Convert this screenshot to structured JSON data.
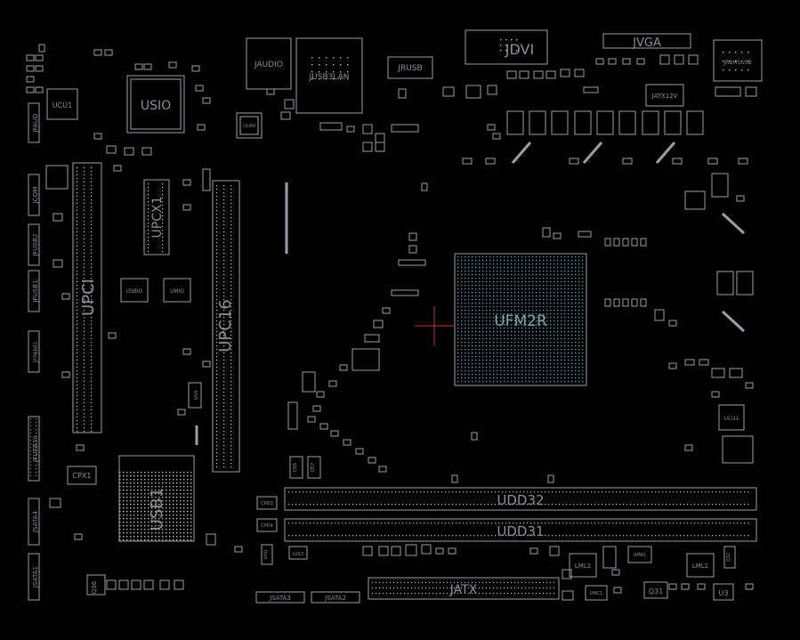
{
  "colors": {
    "background": "#000000",
    "outline": "#9aa0a6",
    "pin": "#b8bcc2",
    "bga": "#4fa3b8",
    "marker": "#c0334a",
    "label": "#8a8f96",
    "label_teal": "#7fa6b0"
  },
  "labels": {
    "usio": "USIO",
    "ucu1": "UCU1",
    "jfaud": "JFAUD",
    "jaudio": "JAUDIO",
    "jusb3lan": "JUSB3LAN",
    "jrusb": "JRUSB",
    "jdvi": "JDVI",
    "jvga": "JVGA",
    "jrbmsusb": "JRBMSUSB",
    "jatx12v": "JATX12V",
    "ulan": "ULAN",
    "jcom": "JCOM",
    "upcx1": "UPCX1",
    "jusb2": "JFUSB2",
    "jusb1": "JFUSB1",
    "upci": "UPCI",
    "usbio": "USBIO",
    "umio": "UMIO",
    "upc16": "UPC16",
    "jfpanel": "JFPANEL",
    "jfusb30": "JFUSB30",
    "cpx1": "CPX1",
    "usb1": "USB1",
    "jsata4": "JSATA4",
    "jsata1": "JSATA1",
    "q36": "Q36",
    "ufm2r": "UFM2R",
    "ucut": "UCU1",
    "udd32": "UDD32",
    "udd31": "UDD31",
    "jatx": "JATX",
    "jsata3": "JSATA3",
    "jsata2": "JSATA2",
    "lml2": "LML2",
    "lml1": "LML1",
    "q31": "Q31",
    "u3": "U3",
    "q56": "Q56",
    "q57": "Q57",
    "cpd3": "CPD3",
    "cpd4": "CPD4",
    "upd3": "UPD3",
    "lvs3": "LVS3",
    "umr1": "UMR1",
    "q32": "Q32",
    "umc1": "UMC1",
    "ush": "USH"
  }
}
